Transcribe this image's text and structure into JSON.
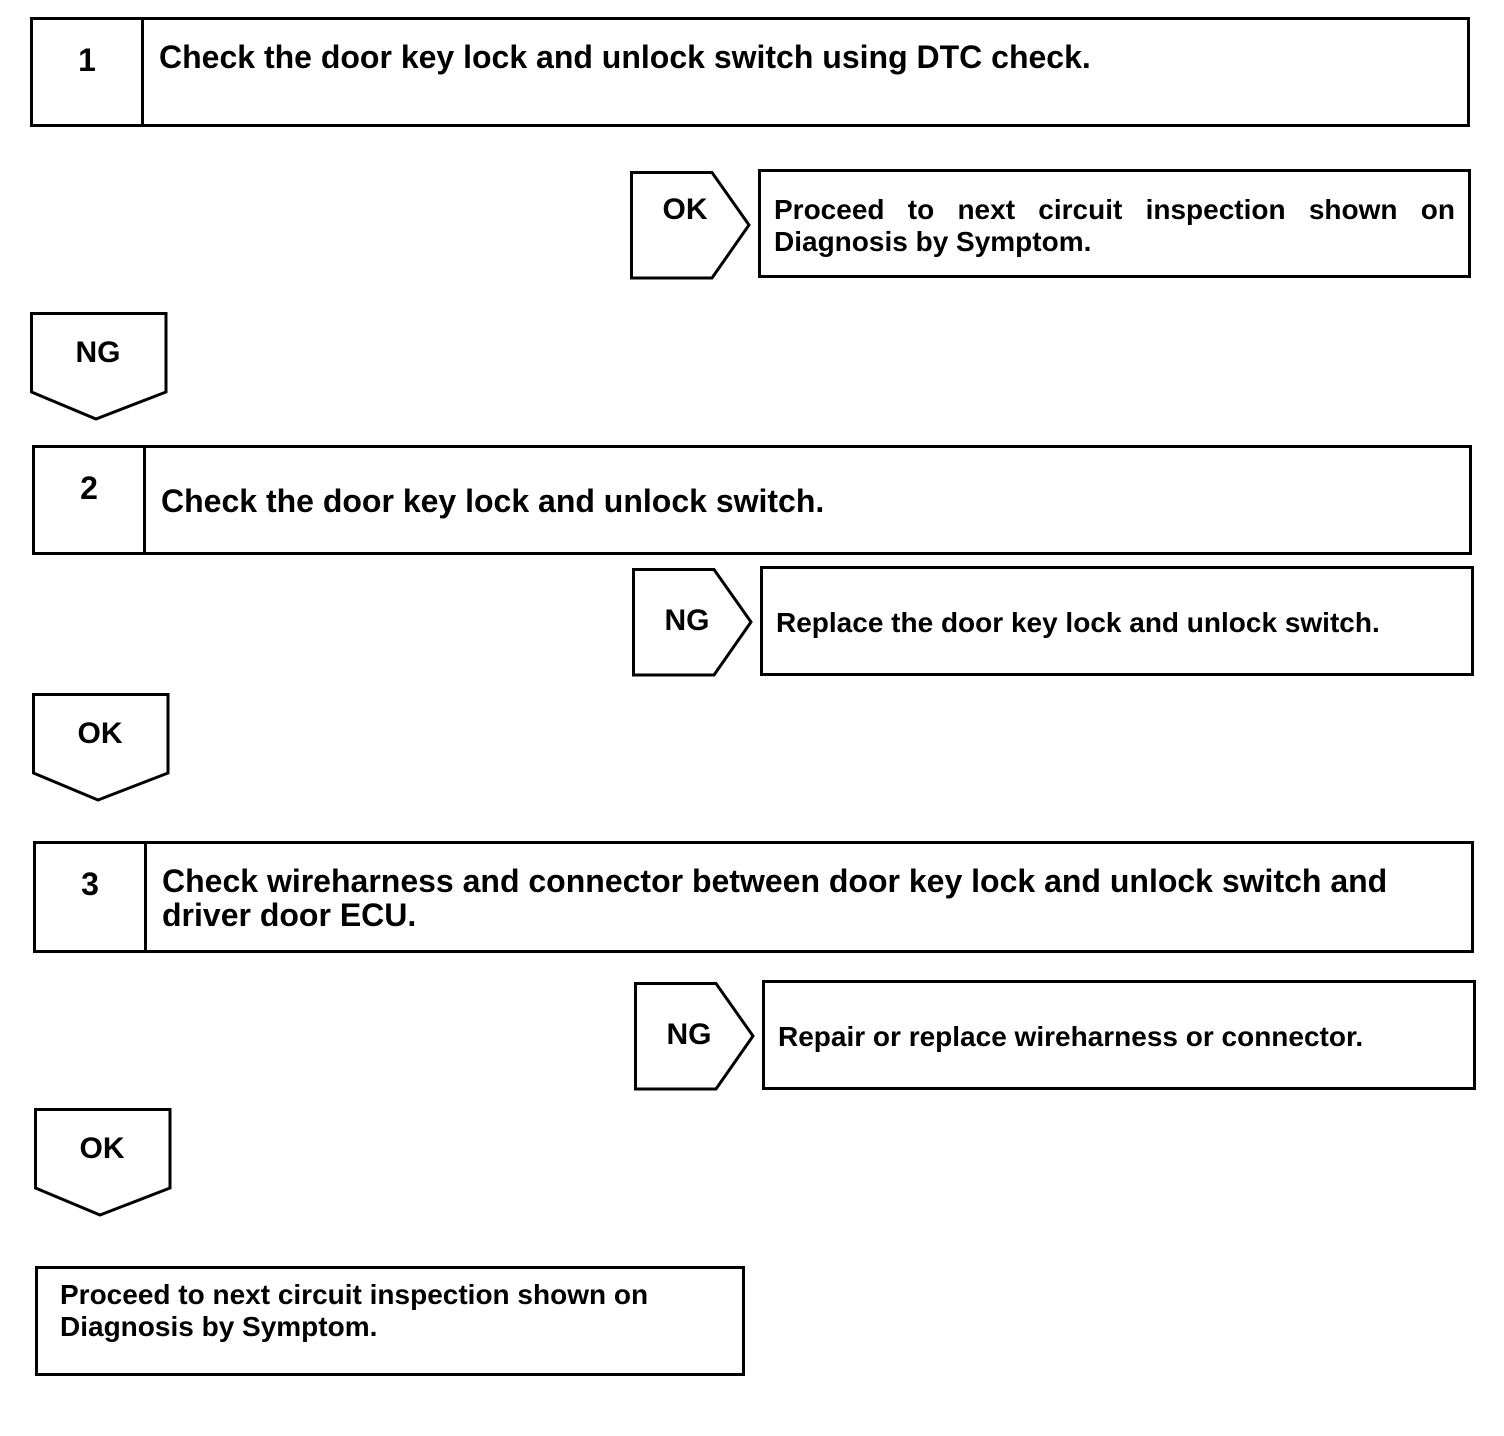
{
  "steps": [
    {
      "number": "1",
      "text": "Check the door key lock and unlock switch using DTC check."
    },
    {
      "number": "2",
      "text": "Check the door key lock and unlock switch."
    },
    {
      "number": "3",
      "text": "Check wireharness and connector between door key lock and unlock switch and driver door ECU."
    }
  ],
  "branches": [
    {
      "label": "OK",
      "result": "Proceed to next circuit inspection shown on Diagnosis by Symptom."
    },
    {
      "label": "NG",
      "result": "Replace the door key lock and unlock switch."
    },
    {
      "label": "NG",
      "result": "Repair or replace wireharness or connector."
    }
  ],
  "flow_arrows": [
    "NG",
    "OK",
    "OK"
  ],
  "final": {
    "text": "Proceed to next circuit inspection shown on Diagnosis by Symptom."
  }
}
